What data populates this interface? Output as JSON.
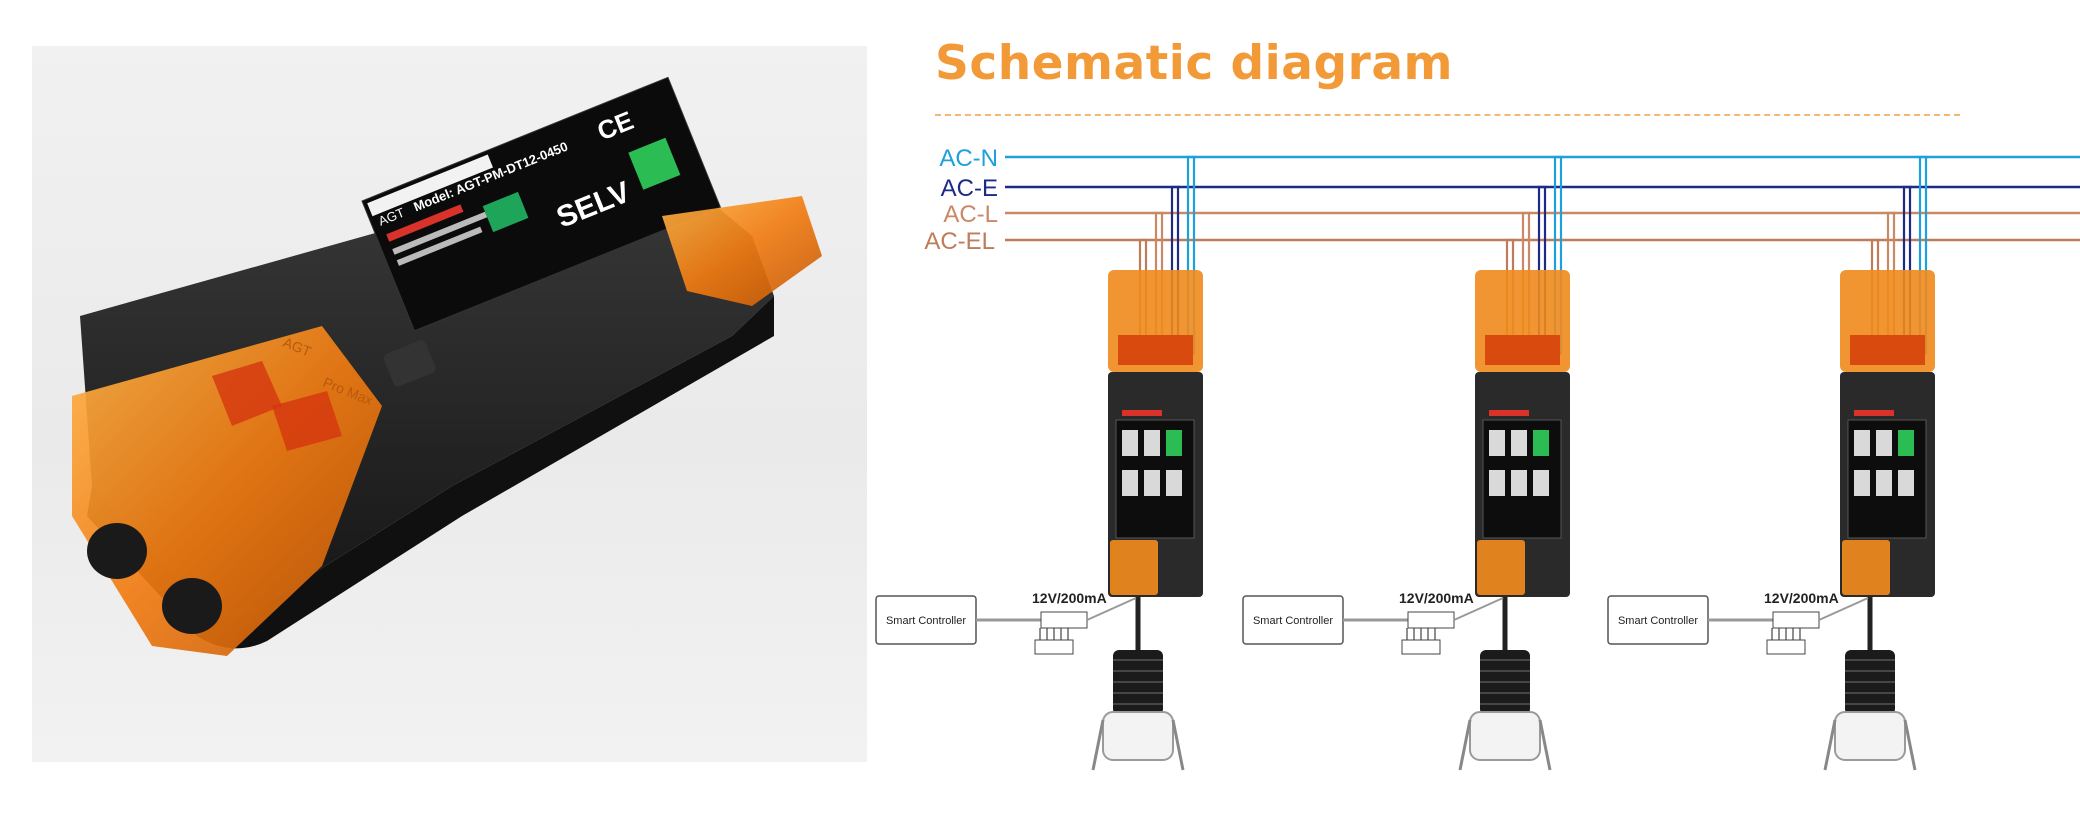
{
  "title": "Schematic diagram",
  "bus_labels": [
    "AC-N",
    "AC-E",
    "AC-L",
    "AC-EL"
  ],
  "controller_label": "Smart Controller",
  "output_label": "12V/200mA",
  "product": {
    "brand": "AGT",
    "model": "Model: AGT-PM-DT12-0450",
    "approval": "SELV",
    "cover_brand": "AGT",
    "cover_text": "Pro Max"
  },
  "units": [
    {
      "id": "unit-1"
    },
    {
      "id": "unit-2"
    },
    {
      "id": "unit-3"
    }
  ],
  "colors": {
    "ac_n": "#1ea0dc",
    "ac_e": "#1d2a86",
    "ac_l": "#c98964",
    "ac_el": "#c07c58",
    "title": "#f29a38",
    "orange": "#f08a1c",
    "driver_body": "#2a2a2a"
  }
}
